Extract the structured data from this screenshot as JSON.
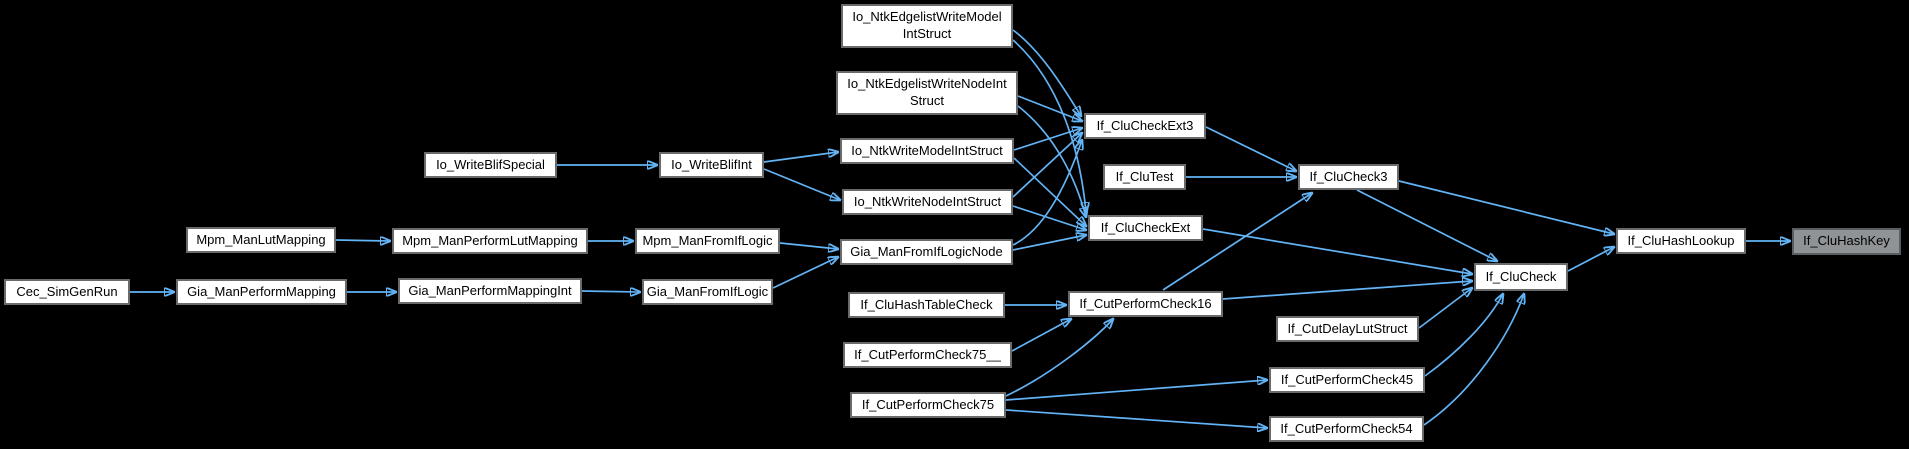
{
  "graph": {
    "title": "Caller graph for If_CluHashKey",
    "background": "#000000",
    "edge_color": "#63b4f6",
    "node_fill": "#ffffff",
    "node_border": "#6a6a6a",
    "highlight_fill": "#8f9396",
    "highlight_border": "#585f63",
    "highlighted_node": "If_CluHashKey",
    "nodes": {
      "cec_simgenrun": {
        "label": "Cec_SimGenRun"
      },
      "gia_manperformmapping": {
        "label": "Gia_ManPerformMapping"
      },
      "mpm_manlutmapping": {
        "label": "Mpm_ManLutMapping"
      },
      "mpm_manperformlutmapping": {
        "label": "Mpm_ManPerformLutMapping"
      },
      "gia_manperformmappingint": {
        "label": "Gia_ManPerformMappingInt"
      },
      "mpm_manfromiflogic": {
        "label": "Mpm_ManFromIfLogic"
      },
      "gia_manfromiflogic": {
        "label": "Gia_ManFromIfLogic"
      },
      "io_writeblifspecial": {
        "label": "Io_WriteBlifSpecial"
      },
      "io_writeblifint": {
        "label": "Io_WriteBlifInt"
      },
      "io_ntkedgelistwritemodelintstruct": {
        "label": "Io_NtkEdgelistWriteModelIntStruct",
        "lines": [
          "Io_NtkEdgelistWriteModel",
          "IntStruct"
        ]
      },
      "io_ntkedgelistwritenodeintstruct": {
        "label": "Io_NtkEdgelistWriteNodeIntStruct",
        "lines": [
          "Io_NtkEdgelistWriteNodeInt",
          "Struct"
        ]
      },
      "io_ntkwritemodelintstruct": {
        "label": "Io_NtkWriteModelIntStruct"
      },
      "io_ntkwritenodeintstruct": {
        "label": "Io_NtkWriteNodeIntStruct"
      },
      "gia_manfromiflogicnode": {
        "label": "Gia_ManFromIfLogicNode"
      },
      "if_cluhashtablecheck": {
        "label": "If_CluHashTableCheck"
      },
      "if_cutperformcheck75__": {
        "label": "If_CutPerformCheck75__"
      },
      "if_cutperformcheck75": {
        "label": "If_CutPerformCheck75"
      },
      "if_clucheckext3": {
        "label": "If_CluCheckExt3"
      },
      "if_clutest": {
        "label": "If_CluTest"
      },
      "if_clucheckext": {
        "label": "If_CluCheckExt"
      },
      "if_cutperformcheck16": {
        "label": "If_CutPerformCheck16"
      },
      "if_clucheck3": {
        "label": "If_CluCheck3"
      },
      "if_cutdelaylutstruct": {
        "label": "If_CutDelayLutStruct"
      },
      "if_cutperformcheck45": {
        "label": "If_CutPerformCheck45"
      },
      "if_cutperformcheck54": {
        "label": "If_CutPerformCheck54"
      },
      "if_clucheck": {
        "label": "If_CluCheck"
      },
      "if_cluhashlookup": {
        "label": "If_CluHashLookup"
      },
      "if_cluhashkey": {
        "label": "If_CluHashKey"
      }
    },
    "edges": [
      {
        "from": "Cec_SimGenRun",
        "to": "Gia_ManPerformMapping"
      },
      {
        "from": "Gia_ManPerformMapping",
        "to": "Gia_ManPerformMappingInt"
      },
      {
        "from": "Mpm_ManLutMapping",
        "to": "Mpm_ManPerformLutMapping"
      },
      {
        "from": "Mpm_ManPerformLutMapping",
        "to": "Mpm_ManFromIfLogic"
      },
      {
        "from": "Gia_ManPerformMappingInt",
        "to": "Gia_ManFromIfLogic"
      },
      {
        "from": "Io_WriteBlifSpecial",
        "to": "Io_WriteBlifInt"
      },
      {
        "from": "Io_WriteBlifInt",
        "to": "Io_NtkWriteModelIntStruct"
      },
      {
        "from": "Io_WriteBlifInt",
        "to": "Io_NtkWriteNodeIntStruct"
      },
      {
        "from": "Mpm_ManFromIfLogic",
        "to": "Gia_ManFromIfLogicNode"
      },
      {
        "from": "Gia_ManFromIfLogic",
        "to": "Gia_ManFromIfLogicNode"
      },
      {
        "from": "Io_NtkEdgelistWriteModelIntStruct",
        "to": "If_CluCheckExt3"
      },
      {
        "from": "Io_NtkEdgelistWriteNodeIntStruct",
        "to": "If_CluCheckExt3"
      },
      {
        "from": "Io_NtkWriteModelIntStruct",
        "to": "If_CluCheckExt3"
      },
      {
        "from": "Io_NtkWriteNodeIntStruct",
        "to": "If_CluCheckExt3"
      },
      {
        "from": "Gia_ManFromIfLogicNode",
        "to": "If_CluCheckExt3"
      },
      {
        "from": "Io_NtkEdgelistWriteModelIntStruct",
        "to": "If_CluCheckExt"
      },
      {
        "from": "Io_NtkEdgelistWriteNodeIntStruct",
        "to": "If_CluCheckExt"
      },
      {
        "from": "Io_NtkWriteModelIntStruct",
        "to": "If_CluCheckExt"
      },
      {
        "from": "Io_NtkWriteNodeIntStruct",
        "to": "If_CluCheckExt"
      },
      {
        "from": "Gia_ManFromIfLogicNode",
        "to": "If_CluCheckExt"
      },
      {
        "from": "If_CluCheckExt3",
        "to": "If_CluCheck3"
      },
      {
        "from": "If_CluTest",
        "to": "If_CluCheck3"
      },
      {
        "from": "If_CutPerformCheck16",
        "to": "If_CluCheck3"
      },
      {
        "from": "If_CluCheckExt",
        "to": "If_CluCheck"
      },
      {
        "from": "If_CluCheck3",
        "to": "If_CluCheck"
      },
      {
        "from": "If_CluCheck3",
        "to": "If_CluHashLookup"
      },
      {
        "from": "If_CutPerformCheck16",
        "to": "If_CluCheck"
      },
      {
        "from": "If_CutDelayLutStruct",
        "to": "If_CluCheck"
      },
      {
        "from": "If_CutPerformCheck45",
        "to": "If_CluCheck"
      },
      {
        "from": "If_CutPerformCheck54",
        "to": "If_CluCheck"
      },
      {
        "from": "If_CluHashTableCheck",
        "to": "If_CutPerformCheck16"
      },
      {
        "from": "If_CutPerformCheck75__",
        "to": "If_CutPerformCheck16"
      },
      {
        "from": "If_CutPerformCheck75",
        "to": "If_CutPerformCheck16"
      },
      {
        "from": "If_CutPerformCheck75",
        "to": "If_CutPerformCheck45"
      },
      {
        "from": "If_CutPerformCheck75",
        "to": "If_CutPerformCheck54"
      },
      {
        "from": "If_CluCheck",
        "to": "If_CluHashLookup"
      },
      {
        "from": "If_CluHashLookup",
        "to": "If_CluHashKey"
      }
    ]
  }
}
